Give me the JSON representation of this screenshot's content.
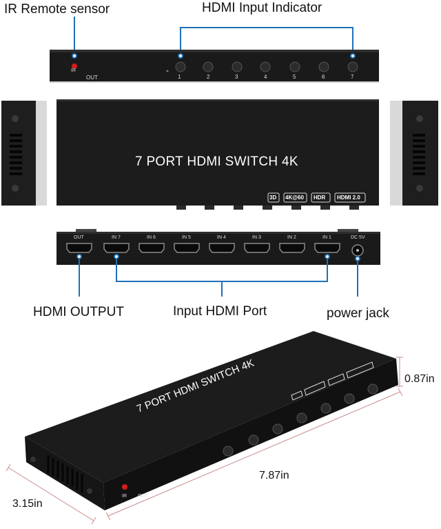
{
  "callouts": {
    "ir_remote": "IR Remote sensor",
    "hdmi_input_indicator": "HDMI Input Indicator",
    "hdmi_output": "HDMI OUTPUT",
    "input_hdmi_port": "Input HDMI Port",
    "power_jack": "power jack"
  },
  "front_panel": {
    "ir_label": "IR",
    "out_label": "OUT",
    "buttons": [
      "1",
      "2",
      "3",
      "4",
      "5",
      "6",
      "7"
    ]
  },
  "top_panel": {
    "title": "7 PORT HDMI SWITCH 4K",
    "badges": [
      "3D",
      "4K@60",
      "HDR",
      "HDMI 2.0"
    ]
  },
  "rear_panel": {
    "ports": [
      "OUT",
      "IN 7",
      "IN 6",
      "IN 5",
      "IN 4",
      "IN 3",
      "IN 2",
      "IN 1"
    ],
    "power_label": "DC 5V"
  },
  "dimensions": {
    "height": "0.87in",
    "length": "7.87in",
    "depth": "3.15in"
  },
  "colors": {
    "callout_line": "#1f6fb5",
    "device_body": "#1a1a1a",
    "ir_led": "#d81b1b"
  }
}
